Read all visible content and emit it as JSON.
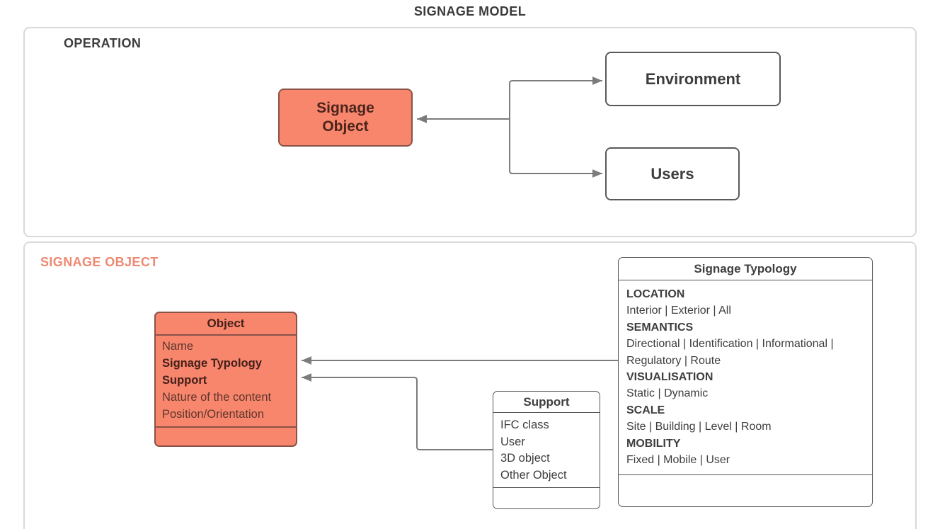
{
  "diagram": {
    "title": "SIGNAGE MODEL"
  },
  "colors": {
    "salmon_fill": "#f8866d",
    "salmon_border": "#8a5248",
    "dark_gray_border": "#595959",
    "class_border": "#565656",
    "connector": "#7c7c7c",
    "panel_border": "#d9d9d9",
    "text_dark": "#3d3d3d",
    "accent_label_text": "#ee8971"
  },
  "operation_section": {
    "label": "OPERATION",
    "nodes": {
      "signage_object": {
        "label": "Signage\nObject"
      },
      "environment": {
        "label": "Environment"
      },
      "users": {
        "label": "Users"
      }
    }
  },
  "signage_object_section": {
    "label": "SIGNAGE OBJECT",
    "object_class": {
      "title": "Object",
      "attributes": [
        {
          "label": "Name",
          "emphasis": false
        },
        {
          "label": "Signage Typology",
          "emphasis": true
        },
        {
          "label": "Support",
          "emphasis": true
        },
        {
          "label": "Nature of the content",
          "emphasis": false
        },
        {
          "label": "Position/Orientation",
          "emphasis": false
        }
      ]
    },
    "support_class": {
      "title": "Support",
      "attributes": [
        {
          "label": "IFC class"
        },
        {
          "label": "User"
        },
        {
          "label": "3D object"
        },
        {
          "label": "Other Object"
        }
      ]
    },
    "typology_class": {
      "title": "Signage Typology",
      "attributes": [
        {
          "label": "LOCATION",
          "emphasis": true
        },
        {
          "label": "Interior | Exterior | All",
          "emphasis": false
        },
        {
          "label": "SEMANTICS",
          "emphasis": true
        },
        {
          "label": "Directional | Identification | Informational | Regulatory | Route",
          "emphasis": false
        },
        {
          "label": "VISUALISATION",
          "emphasis": true
        },
        {
          "label": "Static | Dynamic",
          "emphasis": false
        },
        {
          "label": "SCALE",
          "emphasis": true
        },
        {
          "label": "Site | Building | Level | Room",
          "emphasis": false
        },
        {
          "label": "MOBILITY",
          "emphasis": true
        },
        {
          "label": "Fixed | Mobile | User",
          "emphasis": false
        }
      ]
    }
  }
}
